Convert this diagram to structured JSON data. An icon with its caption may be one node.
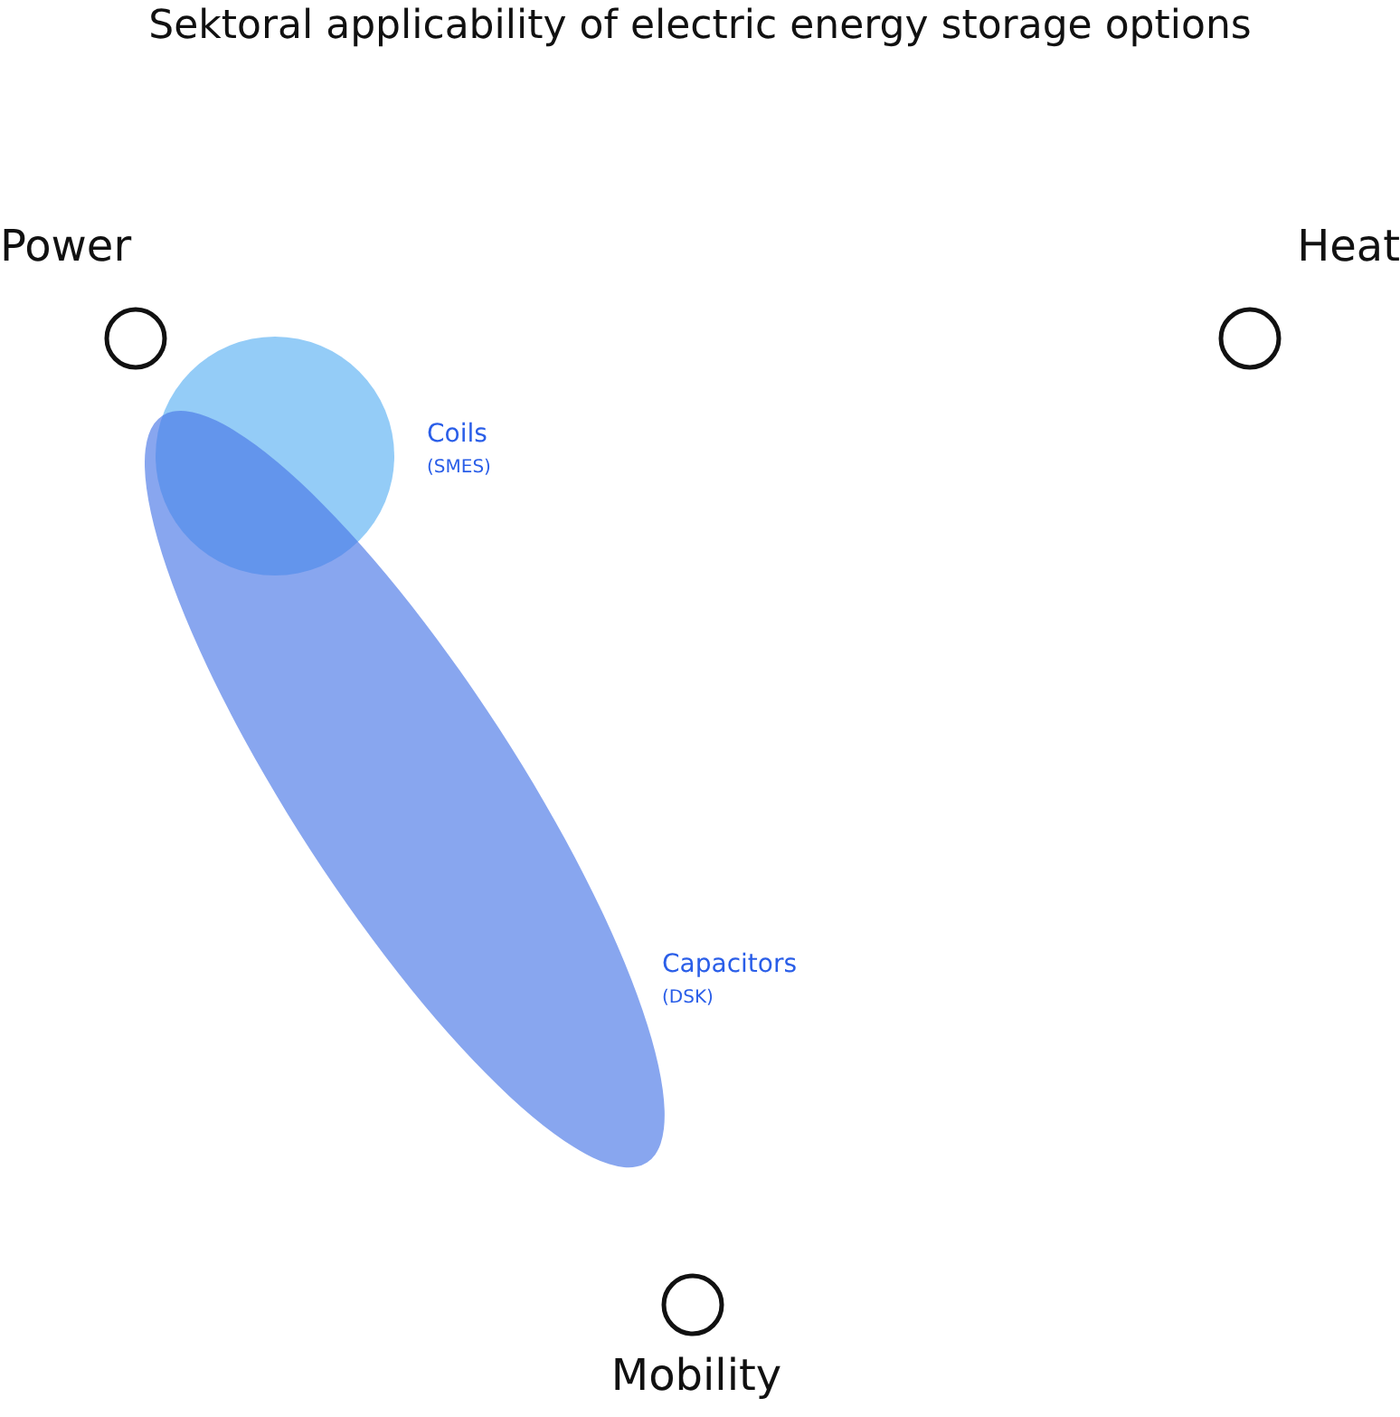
{
  "diagram": {
    "title": "Sektoral applicability of electric energy storage options",
    "nodes": [
      {
        "text": [
          "Power"
        ]
      },
      {
        "text": [
          "Heat"
        ]
      },
      {
        "text": [
          "Mobility"
        ]
      },
      {
        "text": [],
        "shape": "circle"
      },
      {
        "text": [],
        "shape": "ellipse"
      }
    ],
    "labels": [
      "Coils",
      "(SMES)",
      "Capacitors",
      "(DSK)"
    ]
  }
}
